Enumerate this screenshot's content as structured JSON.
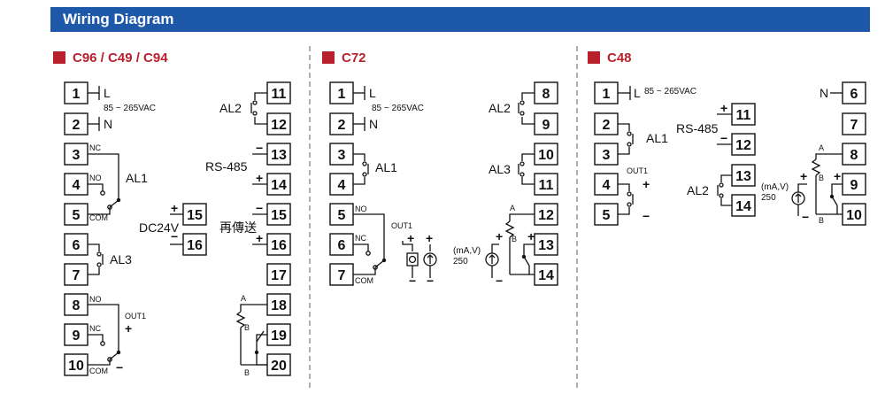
{
  "header": {
    "title": "Wiring Diagram"
  },
  "accent_color": "#b8202c",
  "header_color": "#1e58a8",
  "sections": {
    "c96": {
      "title": "C96 / C49 / C94"
    },
    "c72": {
      "title": "C72"
    },
    "c48": {
      "title": "C48"
    }
  },
  "c96": {
    "terminals": [
      "1",
      "2",
      "3",
      "4",
      "5",
      "6",
      "7",
      "8",
      "9",
      "10",
      "11",
      "12",
      "13",
      "14",
      "15",
      "16",
      "17",
      "18",
      "19",
      "20",
      "15",
      "16"
    ],
    "labels": {
      "L": "L",
      "N": "N",
      "supply": "85 ~ 265VAC",
      "nc1": "NC",
      "no1": "NO",
      "com1": "COM",
      "al1": "AL1",
      "al3": "AL3",
      "no2": "NO",
      "out1": "OUT1",
      "nc2": "NC",
      "com2": "COM",
      "al2": "AL2",
      "rs485": "RS-485",
      "retrans": "再傳送",
      "dc24v": "DC24V",
      "a": "A",
      "b1": "B",
      "b2": "B",
      "plus1": "+",
      "minus1": "−",
      "plus2": "+",
      "minus2": "−",
      "plus3": "+",
      "minus3": "−",
      "plus4": "+",
      "minus4": "−"
    }
  },
  "c72": {
    "terminals": [
      "1",
      "2",
      "3",
      "4",
      "5",
      "6",
      "7",
      "8",
      "9",
      "10",
      "11",
      "12",
      "13",
      "14"
    ],
    "labels": {
      "L": "L",
      "N": "N",
      "supply": "85 ~ 265VAC",
      "al1": "AL1",
      "no": "NO",
      "nc": "NC",
      "com": "COM",
      "out1": "OUT1",
      "al2": "AL2",
      "al3": "AL3",
      "a": "A",
      "b": "B",
      "ma": "(mA,V)",
      "r250": "250",
      "plus1": "+",
      "plus2": "+",
      "plus3": "+",
      "plus4": "+",
      "minus1": "−",
      "minus2": "−",
      "minus3": "−"
    }
  },
  "c48": {
    "terminals": [
      "1",
      "2",
      "3",
      "4",
      "5",
      "6",
      "7",
      "8",
      "9",
      "10",
      "11",
      "12",
      "13",
      "14"
    ],
    "labels": {
      "L": "L",
      "N": "N",
      "supply": "85 ~ 265VAC",
      "al1": "AL1",
      "out1": "OUT1",
      "rs485": "RS-485",
      "al2": "AL2",
      "a": "A",
      "b1": "B",
      "b2": "B",
      "ma": "(mA,V)",
      "r250": "250",
      "plus1": "+",
      "minus1": "−",
      "plus2": "+",
      "minus2": "−",
      "plus3": "+",
      "plus4": "+",
      "minus3": "−"
    }
  }
}
